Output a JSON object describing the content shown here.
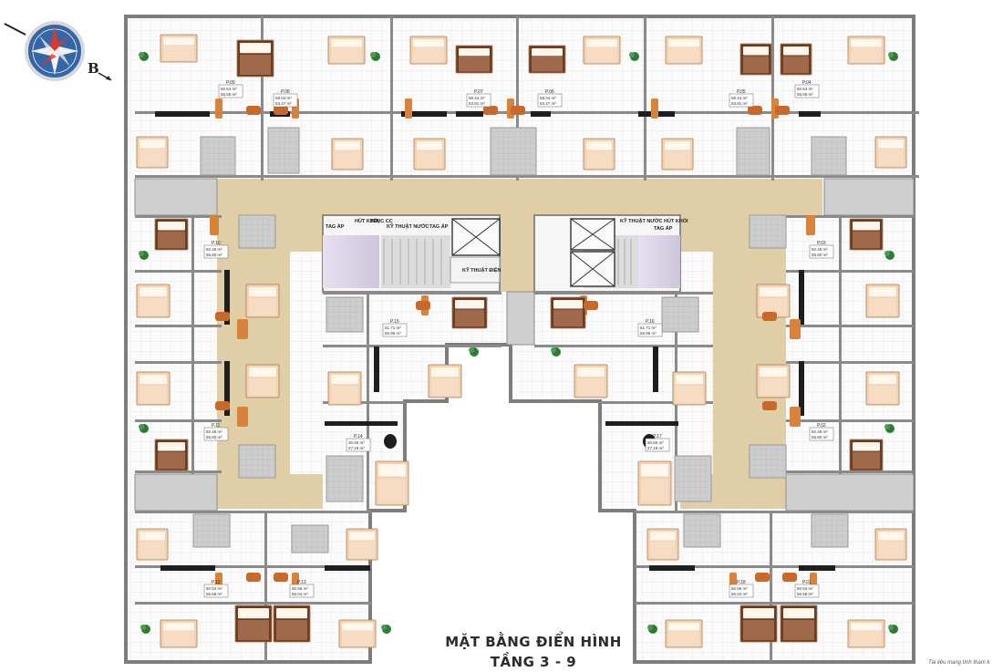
{
  "title": {
    "line1": "MẶT BẰNG ĐIỂN HÌNH",
    "line2": "TẦNG 3 - 9"
  },
  "footnote": "Tài liệu mang tính tham k",
  "compass": {
    "direction_label": "B",
    "icon": "compass-rose-icon"
  },
  "colors": {
    "corridor": "#e0cfa6",
    "wall": "#8a8a8a",
    "wall_dark": "#1e1e1e",
    "floor": "#fbfbfb",
    "grid": "#e6e6e6",
    "furniture": "#f1d3b4",
    "furniture_dark": "#6a3c23",
    "wc_floor": "#c7c7c7",
    "background": "#ffffff",
    "grey_fill": "#cfcfcf",
    "core": "#d9d4e2"
  },
  "core_rooms": {
    "left": [
      "TAG ÁP",
      "HÚT KHÓI",
      "TRỤC CC",
      "KỸ THUẬT NƯỚC",
      "TAG ÁP",
      "KỸ THUẬT ĐIỆN"
    ],
    "right": [
      "KỸ THUẬT NƯỚC",
      "HÚT KHÓI",
      "TAG ÁP"
    ]
  },
  "apartments": [
    {
      "code": "P.09",
      "area1": "60.54 m²",
      "area2": "55.58 m²"
    },
    {
      "code": "P.08",
      "area1": "58.04 m²",
      "area2": "53.47 m²"
    },
    {
      "code": "P.07",
      "area1": "58.44 m²",
      "area2": "53.81 m²"
    },
    {
      "code": "P.06",
      "area1": "58.04 m²",
      "area2": "53.47 m²"
    },
    {
      "code": "P.05",
      "area1": "58.44 m²",
      "area2": "53.81 m²"
    },
    {
      "code": "P.04",
      "area1": "60.54 m²",
      "area2": "55.58 m²"
    },
    {
      "code": "P.10",
      "area1": "60.46 m²",
      "area2": "55.60 m²"
    },
    {
      "code": "P.03",
      "area1": "60.46 m²",
      "area2": "55.60 m²"
    },
    {
      "code": "P.15",
      "area1": "61.71 m²",
      "area2": "56.96 m²"
    },
    {
      "code": "P.16",
      "area1": "61.71 m²",
      "area2": "56.96 m²"
    },
    {
      "code": "P.11",
      "area1": "60.46 m²",
      "area2": "55.60 m²"
    },
    {
      "code": "P.02",
      "area1": "60.46 m²",
      "area2": "55.60 m²"
    },
    {
      "code": "P.14",
      "area1": "30.55 m²",
      "area2": "27.19 m²"
    },
    {
      "code": "P.17",
      "area1": "30.55 m²",
      "area2": "27.19 m²"
    },
    {
      "code": "P.12",
      "area1": "60.54 m²",
      "area2": "55.58 m²"
    },
    {
      "code": "P.13",
      "area1": "60.66 m²",
      "area2": "55.04 m²"
    },
    {
      "code": "P.18",
      "area1": "60.66 m²",
      "area2": "55.04 m²"
    },
    {
      "code": "P.01",
      "area1": "60.54 m²",
      "area2": "55.58 m²"
    }
  ]
}
